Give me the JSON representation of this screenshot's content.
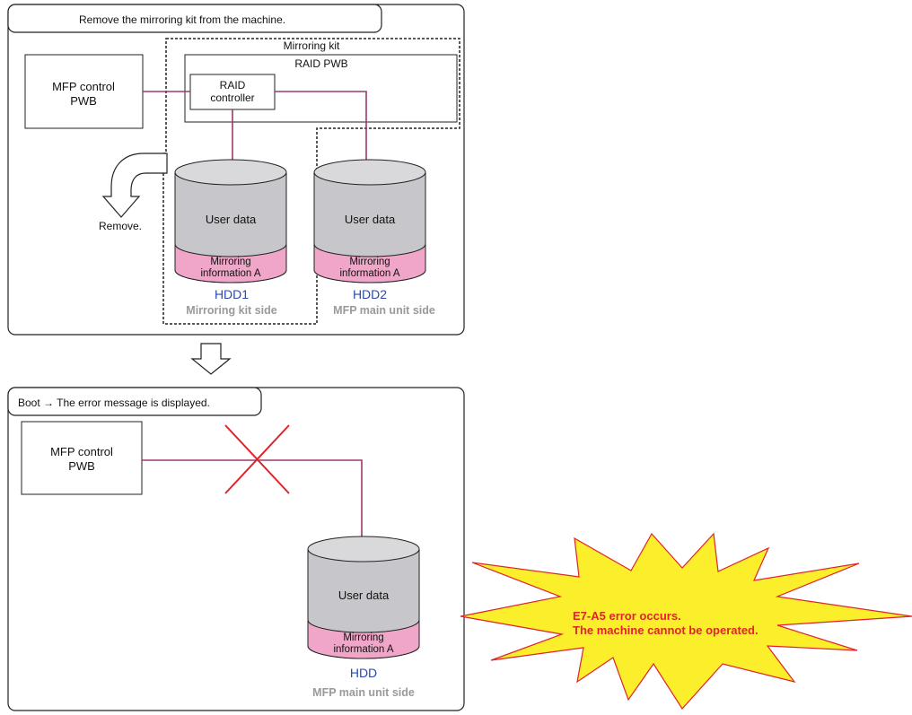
{
  "step1": {
    "title": "Remove the mirroring kit from the machine.",
    "mfp_pwb": [
      "MFP control",
      "PWB"
    ],
    "mirroring_kit_label": "Mirroring kit",
    "raid_pwb_label": "RAID PWB",
    "raid_controller": [
      "RAID",
      "controller"
    ],
    "remove_label": "Remove.",
    "hdd1": {
      "user_data": "User data",
      "mirroring": [
        "Mirroring",
        "information A"
      ],
      "name": "HDD1",
      "side": "Mirroring kit side"
    },
    "hdd2": {
      "user_data": "User data",
      "mirroring": [
        "Mirroring",
        "information A"
      ],
      "name": "HDD2",
      "side": "MFP main unit side"
    }
  },
  "step2": {
    "title": "Boot → The error message is displayed.",
    "mfp_pwb": [
      "MFP control",
      "PWB"
    ],
    "hdd": {
      "user_data": "User data",
      "mirroring": [
        "Mirroring",
        "information A"
      ],
      "name": "HDD",
      "side": "MFP main unit side"
    },
    "error": [
      "E7-A5 error occurs.",
      "The machine cannot be operated."
    ]
  },
  "colors": {
    "wire": "#9b3a6a",
    "cylinder_body": "#c7c7cb",
    "cylinder_top": "#d9d9dc",
    "mirror_band": "#f0a6c8",
    "hdd_name": "#2b4aa8",
    "side_text": "#9a9a9a",
    "cross": "#e0242b",
    "burst_fill": "#fbee2b",
    "burst_stroke": "#e0242b",
    "error_text": "#e0242b"
  }
}
